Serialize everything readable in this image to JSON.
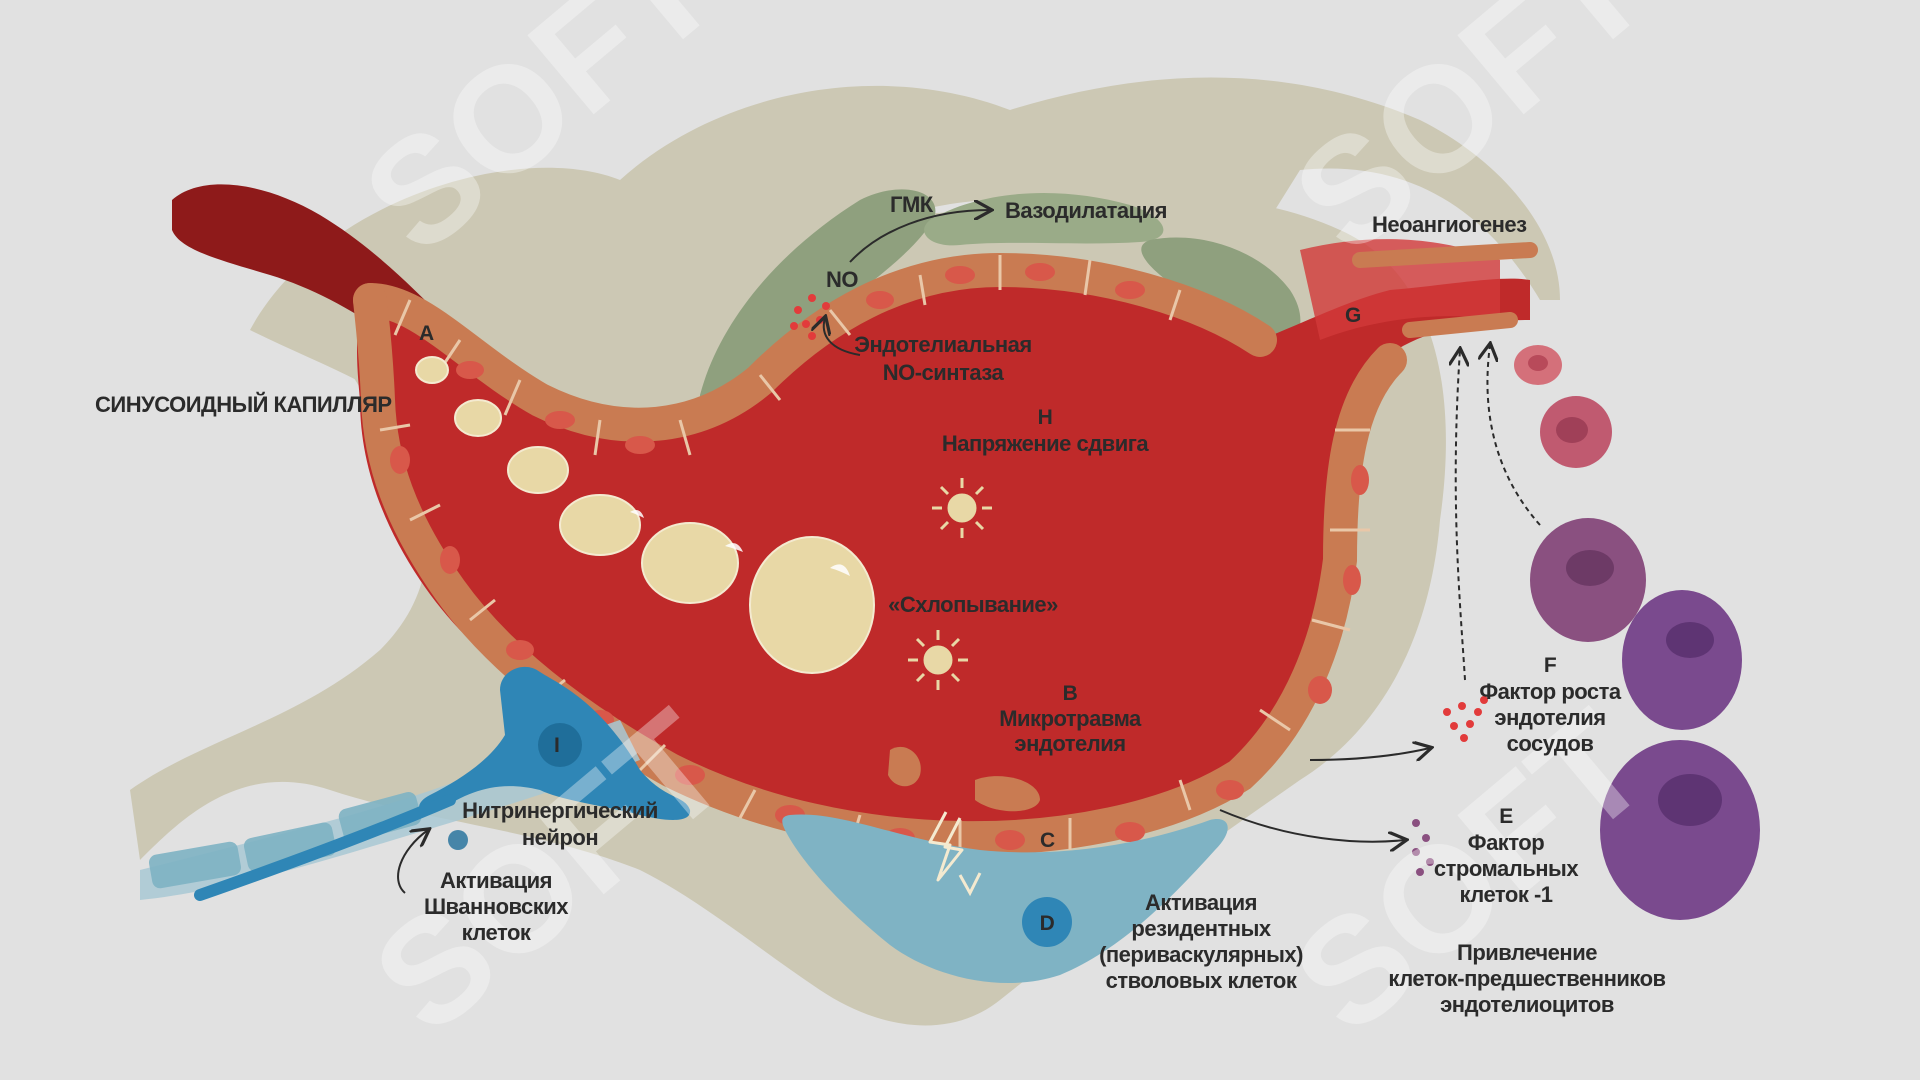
{
  "labels": {
    "sinusoid": "СИНУСОИДНЫЙ КАПИЛЛЯР",
    "smc": "ГМК",
    "vasodilation": "Вазодилатация",
    "no": "NO",
    "enos_1": "Эндотелиальная",
    "enos_2": "NO-синтаза",
    "h_letter": "H",
    "shear_stress": "Напряжение сдвига",
    "collapse": "«Схлопывание»",
    "b_letter": "B",
    "microtrauma_1": "Микротравма",
    "microtrauma_2": "эндотелия",
    "c_letter": "C",
    "a_letter": "A",
    "g_letter": "G",
    "neoangiogenesis": "Неоангиогенез",
    "i_letter": "I",
    "nitrergic_1": "Нитринергический",
    "nitrergic_2": "нейрон",
    "schwann_1": "Активация",
    "schwann_2": "Шванновских",
    "schwann_3": "клеток",
    "d_letter": "D",
    "resident_1": "Активация",
    "resident_2": "резидентных",
    "resident_3": "(периваскулярных)",
    "resident_4": "стволовых клеток",
    "f_letter": "F",
    "vegf_1": "Фактор роста",
    "vegf_2": "эндотелия",
    "vegf_3": "сосудов",
    "e_letter": "E",
    "sdf_1": "Фактор",
    "sdf_2": "стромальных",
    "sdf_3": "клеток -1",
    "recruit_1": "Привлечение",
    "recruit_2": "клеток-предшественников",
    "recruit_3": "эндотелиоцитов"
  },
  "watermark": "SOFT",
  "colors": {
    "background": "#e1e1e1",
    "tissue": "#ccc8b4",
    "lumen": "#bf2a2a",
    "endothelium": "#c97b52",
    "nucleus": "#d8584a",
    "sinusoid": "#8e1a1a",
    "smc": "#8fa07e",
    "nerve": "#2f86b6",
    "stem_cell": "#7fb3c4",
    "bubble": "#e8d8a6",
    "progenitor": "#7a4a8e"
  }
}
